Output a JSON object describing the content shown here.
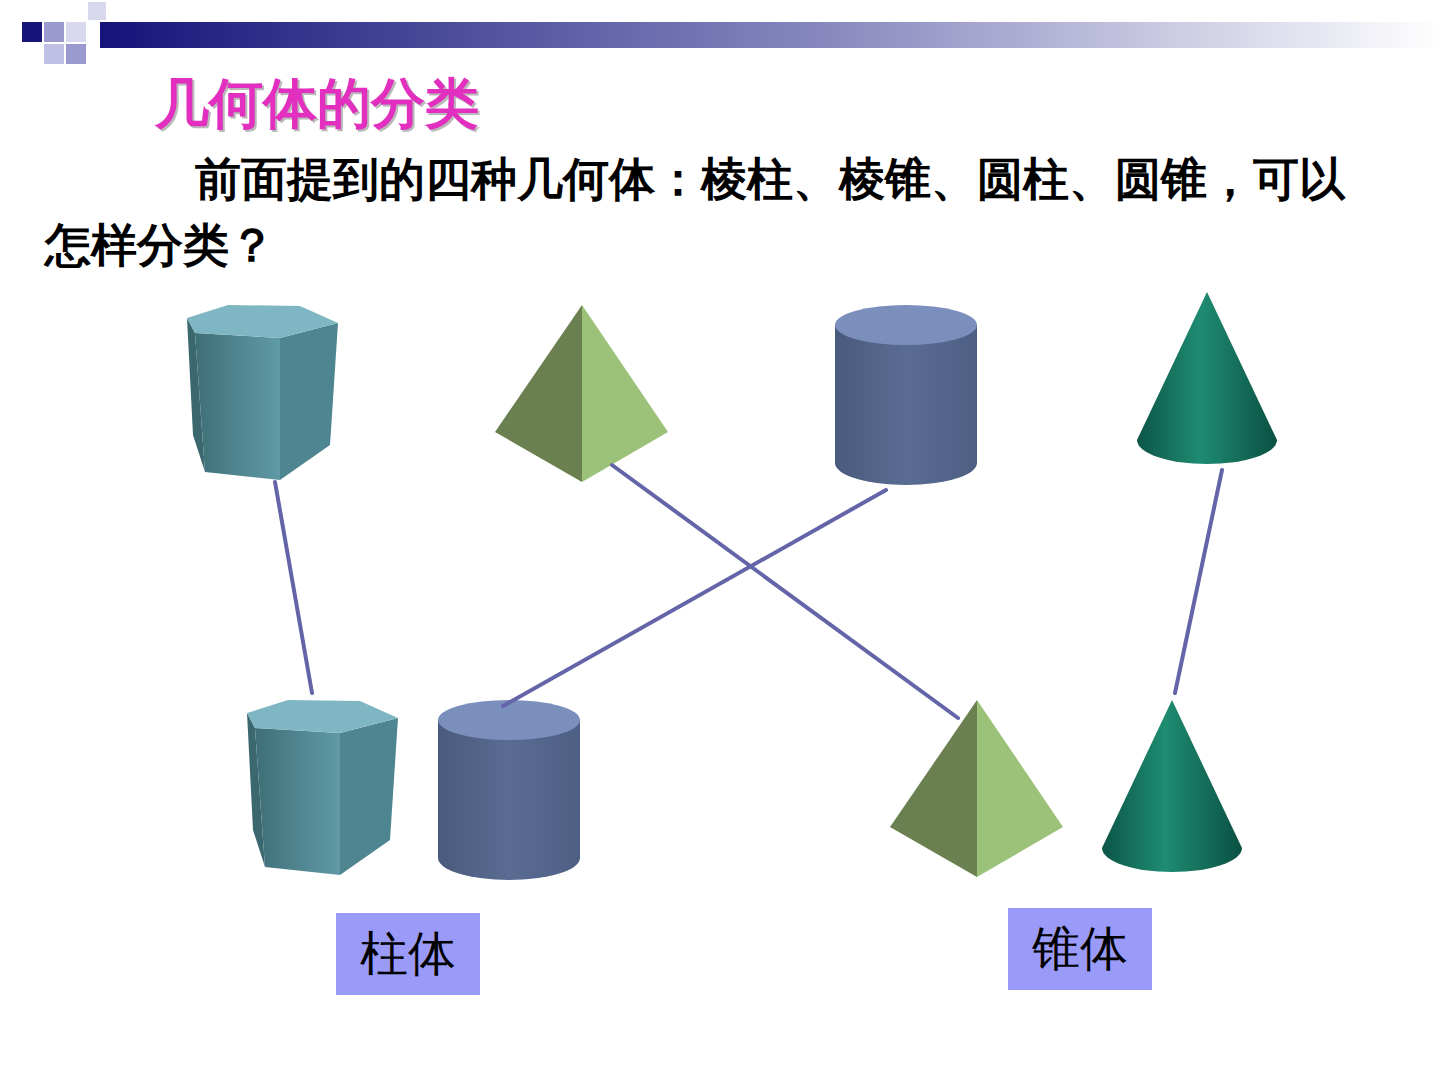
{
  "diagram": {
    "title": "几何体的分类",
    "nodes": [
      {
        "text": [
          "柱体"
        ]
      },
      {
        "text": [
          "锥体"
        ]
      }
    ],
    "labels": [
      "前面提到的四种几何体：棱柱、棱锥、圆柱、圆锥，可以怎样分类？"
    ]
  }
}
